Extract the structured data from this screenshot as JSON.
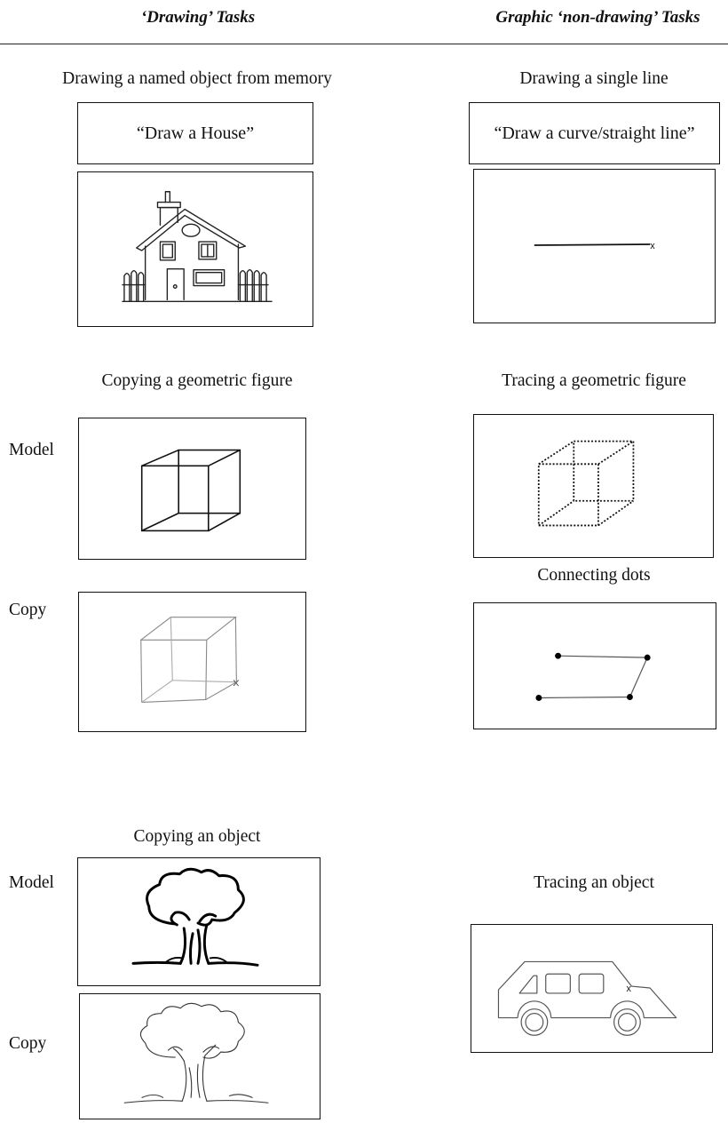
{
  "header": {
    "left": "‘Drawing’ Tasks",
    "right": "Graphic ‘non-drawing’ Tasks"
  },
  "drawing": {
    "named_object": {
      "title": "Drawing a named object from memory",
      "instruction": "“Draw a House”"
    },
    "geometric": {
      "title": "Copying a geometric figure",
      "model_label": "Model",
      "copy_label": "Copy"
    },
    "object": {
      "title": "Copying an object",
      "model_label": "Model",
      "copy_label": "Copy"
    }
  },
  "non_drawing": {
    "single_line": {
      "title": "Drawing a single line",
      "instruction": "“Draw a curve/straight line”",
      "marker": "x"
    },
    "tracing_figure": {
      "title": "Tracing a geometric figure"
    },
    "connecting_dots": {
      "title": "Connecting dots"
    },
    "tracing_object": {
      "title": "Tracing an object",
      "marker": "x"
    }
  }
}
